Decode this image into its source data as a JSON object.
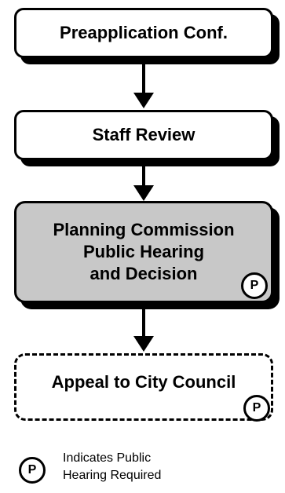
{
  "steps": {
    "preapplication": "Preapplication Conf.",
    "staff_review": "Staff Review",
    "planning": [
      "Planning Commission",
      "Public Hearing",
      "and Decision"
    ],
    "appeal": "Appeal to City Council"
  },
  "badge_letter": "P",
  "legend": {
    "line1": "Indicates Public",
    "line2": "Hearing Required"
  },
  "colors": {
    "planning_fill": "#c8c8c8",
    "stroke": "#000000"
  }
}
